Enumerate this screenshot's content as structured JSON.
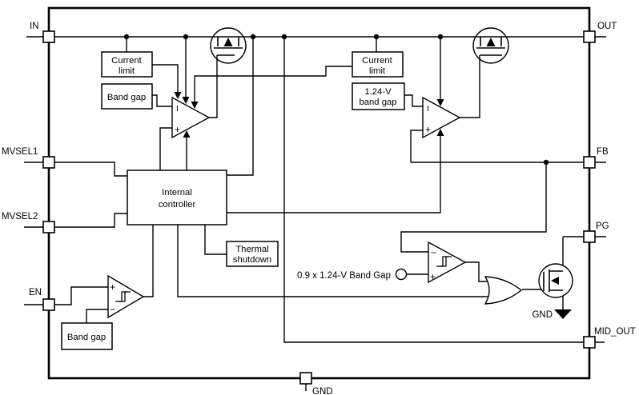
{
  "pins": {
    "in": "IN",
    "out": "OUT",
    "mvsel1": "MVSEL1",
    "mvsel2": "MVSEL2",
    "en": "EN",
    "fb": "FB",
    "pg": "PG",
    "mid_out": "MID_OUT",
    "gnd": "GND"
  },
  "blocks": {
    "current_limit_1": {
      "line1": "Current",
      "line2": "limit"
    },
    "band_gap_1": {
      "label": "Band gap"
    },
    "current_limit_2": {
      "line1": "Current",
      "line2": "limit"
    },
    "band_gap_2": {
      "line1": "1.24-V",
      "line2": "band gap"
    },
    "internal_controller": {
      "line1": "Internal",
      "line2": "controller"
    },
    "thermal_shutdown": {
      "line1": "Thermal",
      "line2": "shutdown"
    },
    "band_gap_en": {
      "label": "Band gap"
    }
  },
  "amplifiers": {
    "error_amp_1": {
      "top_input": "I",
      "bottom_input": "+"
    },
    "error_amp_2": {
      "top_input": "I",
      "bottom_input": "+"
    },
    "en_comparator": {
      "top_input": "+",
      "bottom_input": "−"
    },
    "pg_comparator": {
      "top_input": "−",
      "bottom_input": "+"
    }
  },
  "labels": {
    "pg_reference": "0.9 x 1.24-V Band Gap",
    "gnd_symbol": "GND"
  },
  "colors": {
    "line": "#000000",
    "background": "#ffffff",
    "block_fill": "#ffffff"
  }
}
